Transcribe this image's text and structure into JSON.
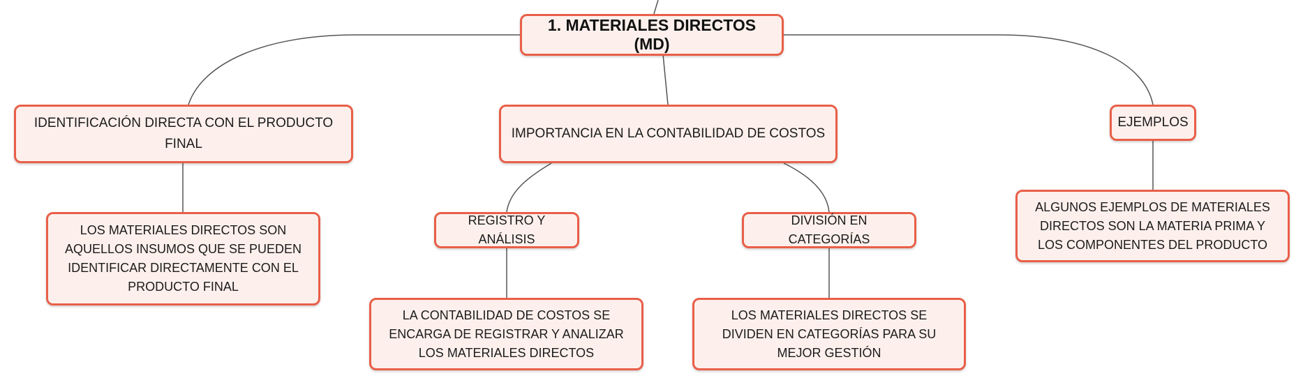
{
  "colors": {
    "border": "#e95f48",
    "fill": "#fdf0ec",
    "edge": "#555555"
  },
  "root": {
    "label": "1. MATERIALES DIRECTOS (MD)"
  },
  "branches": {
    "identificacion": {
      "label": "IDENTIFICACIÓN DIRECTA CON EL PRODUCTO FINAL",
      "detail": "LOS MATERIALES DIRECTOS SON AQUELLOS INSUMOS QUE SE PUEDEN IDENTIFICAR DIRECTAMENTE CON EL PRODUCTO FINAL"
    },
    "importancia": {
      "label": "IMPORTANCIA EN LA CONTABILIDAD DE COSTOS",
      "registro": {
        "label": "REGISTRO Y ANÁLISIS",
        "detail": "LA CONTABILIDAD DE COSTOS SE ENCARGA DE REGISTRAR Y ANALIZAR LOS MATERIALES DIRECTOS"
      },
      "division": {
        "label": "DIVISIÓN EN CATEGORÍAS",
        "detail": "LOS MATERIALES DIRECTOS SE DIVIDEN EN CATEGORÍAS PARA SU MEJOR GESTIÓN"
      }
    },
    "ejemplos": {
      "label": "EJEMPLOS",
      "detail": "ALGUNOS EJEMPLOS DE MATERIALES DIRECTOS SON LA MATERIA PRIMA Y LOS COMPONENTES DEL PRODUCTO"
    }
  }
}
